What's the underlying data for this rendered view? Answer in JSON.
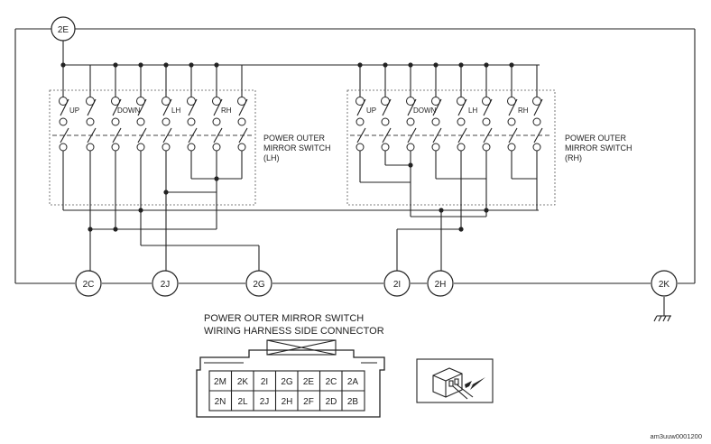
{
  "nodes": {
    "n2E": "2E",
    "n2C": "2C",
    "n2J": "2J",
    "n2G": "2G",
    "n2I": "2I",
    "n2H": "2H",
    "n2K": "2K"
  },
  "switch_lh": {
    "label_line1": "POWER OUTER",
    "label_line2": "MIRROR SWITCH",
    "label_line3": "(LH)",
    "pos_up": "UP",
    "pos_down": "DOWN",
    "pos_lh": "LH",
    "pos_rh": "RH"
  },
  "switch_rh": {
    "label_line1": "POWER OUTER",
    "label_line2": "MIRROR SWITCH",
    "label_line3": "(RH)",
    "pos_up": "UP",
    "pos_down": "DOWN",
    "pos_lh": "LH",
    "pos_rh": "RH"
  },
  "connector": {
    "title_line1": "POWER OUTER MIRROR SWITCH",
    "title_line2": "WIRING HARNESS SIDE CONNECTOR",
    "row1": [
      "2M",
      "2K",
      "2I",
      "2G",
      "2E",
      "2C",
      "2A"
    ],
    "row2": [
      "2N",
      "2L",
      "2J",
      "2H",
      "2F",
      "2D",
      "2B"
    ]
  },
  "reference_code": "am3uuw0001200"
}
